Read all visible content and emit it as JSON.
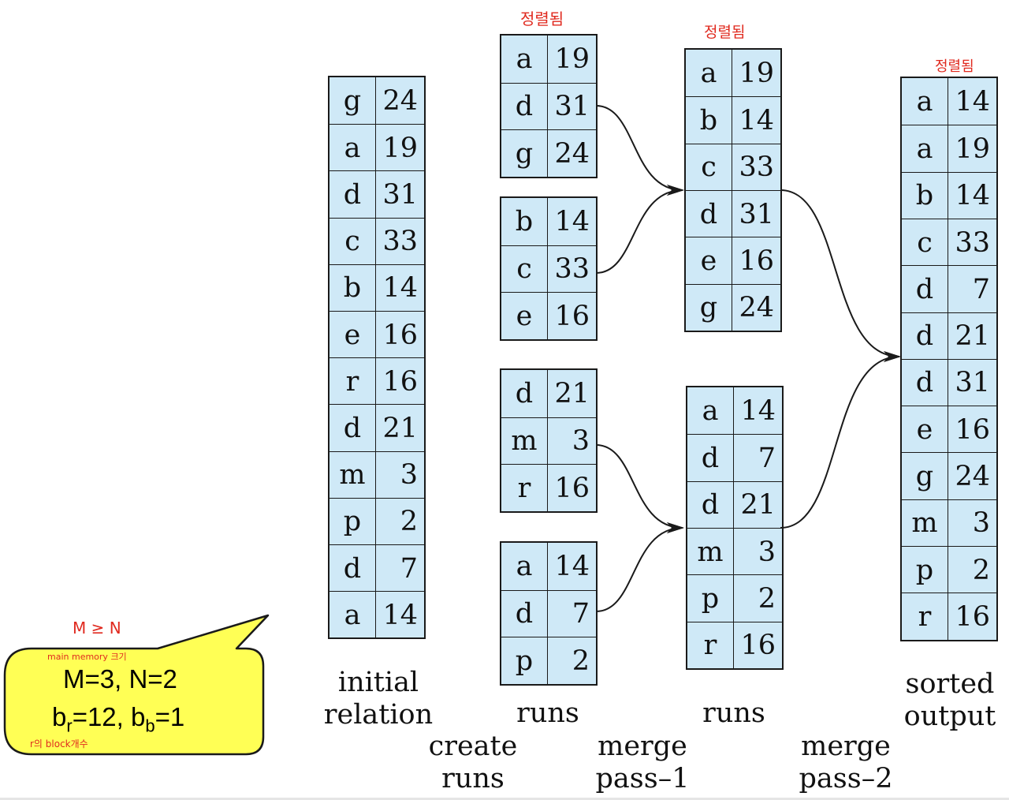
{
  "tables": [
    {
      "id": "initial",
      "rows": [
        [
          "g",
          "24"
        ],
        [
          "a",
          "19"
        ],
        [
          "d",
          "31"
        ],
        [
          "c",
          "33"
        ],
        [
          "b",
          "14"
        ],
        [
          "e",
          "16"
        ],
        [
          "r",
          "16"
        ],
        [
          "d",
          "21"
        ],
        [
          "m",
          "3"
        ],
        [
          "p",
          "2"
        ],
        [
          "d",
          "7"
        ],
        [
          "a",
          "14"
        ]
      ]
    },
    {
      "id": "run1",
      "rows": [
        [
          "a",
          "19"
        ],
        [
          "d",
          "31"
        ],
        [
          "g",
          "24"
        ]
      ]
    },
    {
      "id": "run2",
      "rows": [
        [
          "b",
          "14"
        ],
        [
          "c",
          "33"
        ],
        [
          "e",
          "16"
        ]
      ]
    },
    {
      "id": "run3",
      "rows": [
        [
          "d",
          "21"
        ],
        [
          "m",
          "3"
        ],
        [
          "r",
          "16"
        ]
      ]
    },
    {
      "id": "run4",
      "rows": [
        [
          "a",
          "14"
        ],
        [
          "d",
          "7"
        ],
        [
          "p",
          "2"
        ]
      ]
    },
    {
      "id": "merged1",
      "rows": [
        [
          "a",
          "19"
        ],
        [
          "b",
          "14"
        ],
        [
          "c",
          "33"
        ],
        [
          "d",
          "31"
        ],
        [
          "e",
          "16"
        ],
        [
          "g",
          "24"
        ]
      ]
    },
    {
      "id": "merged2",
      "rows": [
        [
          "a",
          "14"
        ],
        [
          "d",
          "7"
        ],
        [
          "d",
          "21"
        ],
        [
          "m",
          "3"
        ],
        [
          "p",
          "2"
        ],
        [
          "r",
          "16"
        ]
      ]
    },
    {
      "id": "sorted",
      "rows": [
        [
          "a",
          "14"
        ],
        [
          "a",
          "19"
        ],
        [
          "b",
          "14"
        ],
        [
          "c",
          "33"
        ],
        [
          "d",
          "7"
        ],
        [
          "d",
          "21"
        ],
        [
          "d",
          "31"
        ],
        [
          "e",
          "16"
        ],
        [
          "g",
          "24"
        ],
        [
          "m",
          "3"
        ],
        [
          "p",
          "2"
        ],
        [
          "r",
          "16"
        ]
      ]
    }
  ],
  "labels": {
    "initial_relation": [
      "initial",
      "relation"
    ],
    "runs_1": "runs",
    "runs_2": "runs",
    "sorted_output": [
      "sorted",
      "output"
    ],
    "create_runs": [
      "create",
      "runs"
    ],
    "merge_pass_1": [
      "merge",
      "pass–1"
    ],
    "merge_pass_2": [
      "merge",
      "pass–2"
    ]
  },
  "handwritten": {
    "sorted_note_runs": "정렬됨",
    "sorted_note_merged": "정렬됨",
    "sorted_note_output": "정렬됨",
    "m_ge_n": "M ≥ N",
    "main_memory_note": "main memory 크기",
    "block_count_note": "r의 block개수"
  },
  "callout": {
    "line1": "M=3, N=2",
    "line2_prefix": "b",
    "line2_sub1": "r",
    "line2_mid": "=12, b",
    "line2_sub2": "b",
    "line2_suffix": "=1"
  },
  "colors": {
    "cell_fill": "#cfe9f7",
    "border": "#1a1a1a",
    "handwriting": "#e02a1f",
    "callout_fill": "#ffff55"
  }
}
